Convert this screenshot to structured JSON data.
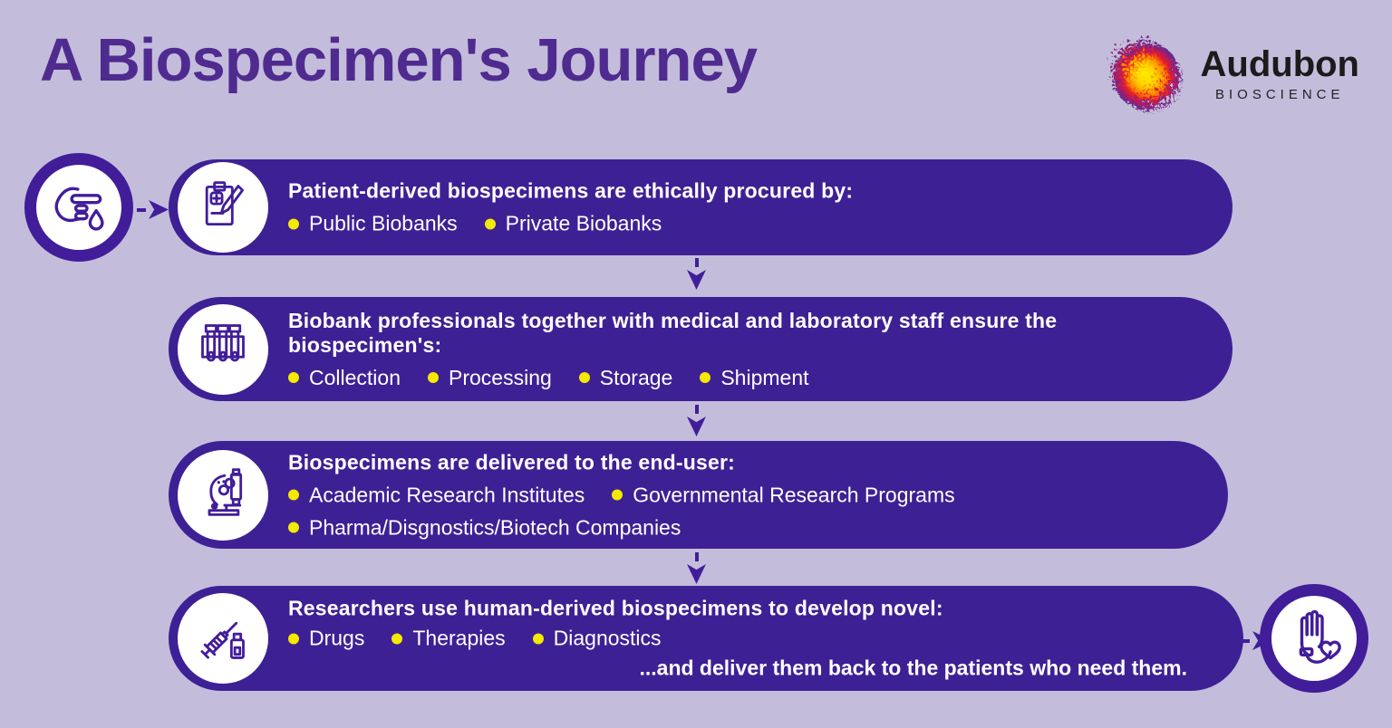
{
  "title": "A Biospecimen's Journey",
  "logo": {
    "name": "Audubon",
    "sub": "BIOSCIENCE",
    "mark": "starburst-icon"
  },
  "colors": {
    "background": "#c4bcdb",
    "banner_purple": "#3e2095",
    "ring_purple": "#421d9a",
    "title_purple": "#4f2b90",
    "bullet_yellow": "#f3ea00",
    "text_white": "#ffffff",
    "logo_black": "#1b1b1b"
  },
  "flow": {
    "start_icon": "finger-prick-icon",
    "end_icon": "hand-heart-icon"
  },
  "rows": [
    {
      "icon": "clipboard-pencil-icon",
      "heading": "Patient-derived biospecimens are ethically procured by:",
      "bullets": [
        [
          "Public Biobanks",
          "Private Biobanks"
        ]
      ]
    },
    {
      "icon": "test-tubes-icon",
      "heading": "Biobank professionals together with medical and laboratory staff ensure the biospecimen's:",
      "bullets": [
        [
          "Collection",
          "Processing",
          "Storage",
          "Shipment"
        ]
      ]
    },
    {
      "icon": "microscope-icon",
      "heading": "Biospecimens are delivered to the end-user:",
      "bullets": [
        [
          "Academic Research Institutes",
          "Governmental Research Programs"
        ],
        [
          "Pharma/Disgnostics/Biotech Companies"
        ]
      ]
    },
    {
      "icon": "syringe-vial-icon",
      "heading": "Researchers use human-derived biospecimens to develop novel:",
      "bullets": [
        [
          "Drugs",
          "Therapies",
          "Diagnostics"
        ]
      ],
      "footer": "...and deliver them back to the patients who need them."
    }
  ]
}
